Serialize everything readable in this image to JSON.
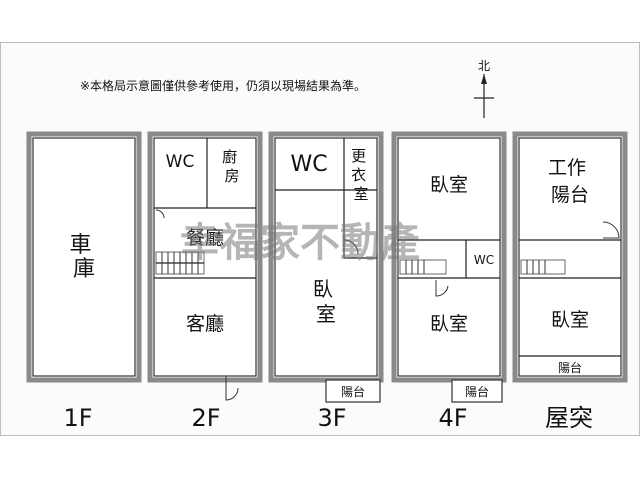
{
  "notice": "※本格局示意圖僅供參考使用，仍須以現場結果為準。",
  "compass_label": "北",
  "watermark": "幸福家不動產",
  "floors": [
    {
      "label": "1F",
      "rooms": [
        "車庫"
      ]
    },
    {
      "label": "2F",
      "rooms": [
        "WC",
        "廚房",
        "餐廳",
        "客廳"
      ]
    },
    {
      "label": "3F",
      "rooms": [
        "WC",
        "更衣室",
        "臥室",
        "陽台"
      ]
    },
    {
      "label": "4F",
      "rooms": [
        "臥室",
        "WC",
        "臥室",
        "陽台"
      ]
    },
    {
      "label": "屋突",
      "rooms": [
        "工作陽台",
        "臥室",
        "陽台"
      ]
    }
  ]
}
